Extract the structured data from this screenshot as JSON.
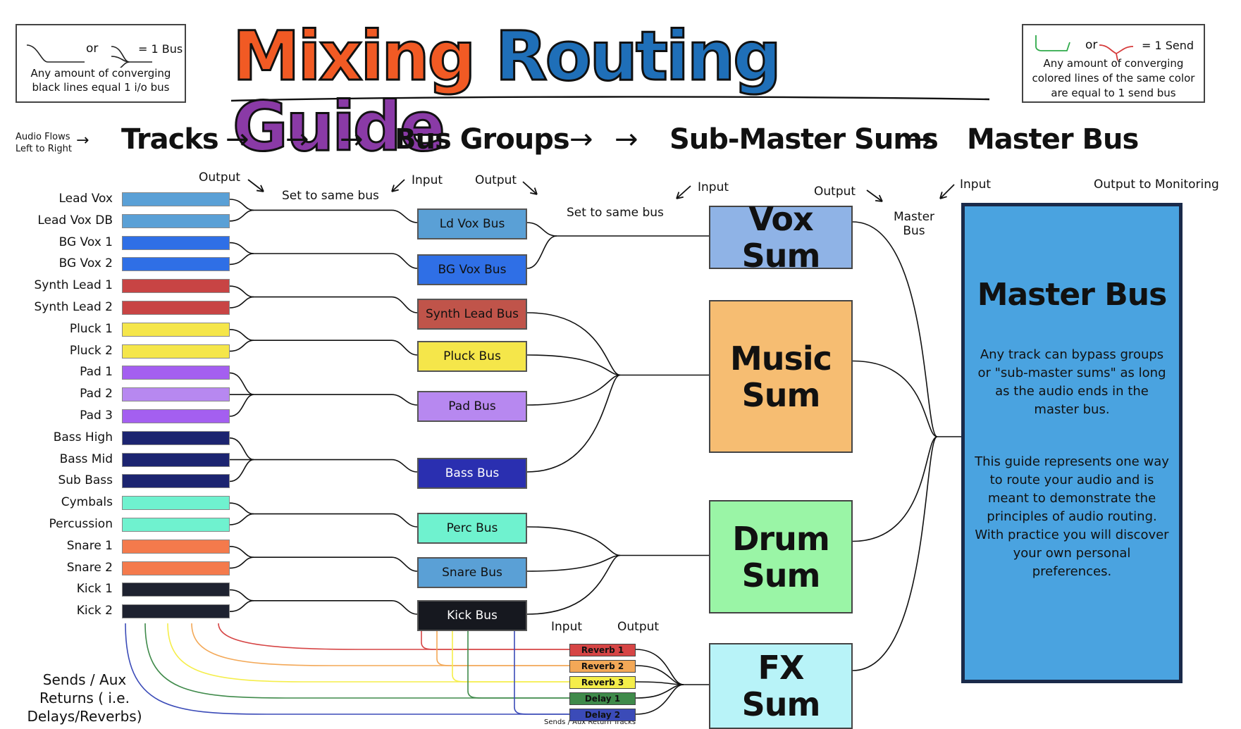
{
  "legend_left": {
    "or": "or",
    "equals": "= 1 Bus",
    "desc": "Any amount of converging black lines equal 1 i/o bus"
  },
  "legend_right": {
    "or": "or",
    "equals": "= 1 Send",
    "desc": "Any amount of converging colored lines of the same color are equal to 1 send bus"
  },
  "title": {
    "word1": "Mixing",
    "word2": "Routing",
    "word3": "Guide",
    "color1": "#f15a24",
    "color2": "#1f6fb8",
    "color3": "#8a3aa6"
  },
  "flow": {
    "note": "Audio Flows Left to Right",
    "tracks": "Tracks",
    "bus_groups": "Bus Groups",
    "sub_master": "Sub-Master Sums",
    "master": "Master Bus",
    "arrow": "→"
  },
  "annotations": {
    "output1": "Output",
    "set_same1": "Set to same bus",
    "input1": "Input",
    "output2": "Output",
    "set_same2": "Set to same bus",
    "input2": "Input",
    "output3": "Output",
    "master_bus_label": "Master Bus",
    "input3": "Input",
    "output_monitor": "Output to Monitoring",
    "sends_input": "Input",
    "sends_output": "Output",
    "sends_caption": "Sends / Aux Return Tracks",
    "sends_label": "Sends / Aux Returns ( i.e. Delays/Reverbs)"
  },
  "tracks": [
    {
      "name": "Lead Vox",
      "color": "#5aa0d6"
    },
    {
      "name": "Lead Vox DB",
      "color": "#5aa0d6"
    },
    {
      "name": "BG Vox 1",
      "color": "#2f6fe6"
    },
    {
      "name": "BG Vox 2",
      "color": "#2f6fe6"
    },
    {
      "name": "Synth Lead 1",
      "color": "#c84444"
    },
    {
      "name": "Synth Lead 2",
      "color": "#c84444"
    },
    {
      "name": "Pluck 1",
      "color": "#f5e64a"
    },
    {
      "name": "Pluck 2",
      "color": "#f5e64a"
    },
    {
      "name": "Pad 1",
      "color": "#a45ff0"
    },
    {
      "name": "Pad 2",
      "color": "#b788f0"
    },
    {
      "name": "Pad 3",
      "color": "#a45ff0"
    },
    {
      "name": "Bass High",
      "color": "#1c2470"
    },
    {
      "name": "Bass Mid",
      "color": "#1c2470"
    },
    {
      "name": "Sub Bass",
      "color": "#1c2470"
    },
    {
      "name": "Cymbals",
      "color": "#6ff2cf"
    },
    {
      "name": "Percussion",
      "color": "#6ff2cf"
    },
    {
      "name": "Snare 1",
      "color": "#f47a4c"
    },
    {
      "name": "Snare 2",
      "color": "#f47a4c"
    },
    {
      "name": "Kick 1",
      "color": "#1e2230"
    },
    {
      "name": "Kick 2",
      "color": "#1e2230"
    }
  ],
  "buses": [
    {
      "name": "Ld Vox Bus",
      "color": "#5aa0d6",
      "text_color": "#111111"
    },
    {
      "name": "BG Vox Bus",
      "color": "#2f6fe6",
      "text_color": "#111111"
    },
    {
      "name": "Synth Lead Bus",
      "color": "#c0544a",
      "text_color": "#111111"
    },
    {
      "name": "Pluck Bus",
      "color": "#f5e64a",
      "text_color": "#111111"
    },
    {
      "name": "Pad Bus",
      "color": "#b788f0",
      "text_color": "#111111"
    },
    {
      "name": "Bass Bus",
      "color": "#2a2fb0",
      "text_color": "#ffffff"
    },
    {
      "name": "Perc Bus",
      "color": "#6ff2cf",
      "text_color": "#111111"
    },
    {
      "name": "Snare Bus",
      "color": "#5aa0d6",
      "text_color": "#111111"
    },
    {
      "name": "Kick Bus",
      "color": "#16181f",
      "text_color": "#ffffff"
    }
  ],
  "sums": [
    {
      "name": "Vox Sum",
      "color": "#8fb3e6"
    },
    {
      "name": "Music Sum",
      "color": "#f6bd72"
    },
    {
      "name": "Drum Sum",
      "color": "#9af5a6"
    },
    {
      "name": "FX Sum",
      "color": "#b8f3f8"
    }
  ],
  "sends": [
    {
      "name": "Reverb 1",
      "color": "#d64545"
    },
    {
      "name": "Reverb 2",
      "color": "#f3a857"
    },
    {
      "name": "Reverb 3",
      "color": "#f5ee4a"
    },
    {
      "name": "Delay 1",
      "color": "#3f8a4a"
    },
    {
      "name": "Delay 2",
      "color": "#3b4bb8"
    }
  ],
  "master_bus": {
    "title": "Master Bus",
    "p1": "Any track can bypass groups or \"sub-master sums\" as long as the audio ends in the master bus.",
    "p2": "This guide represents one way to route your audio and is meant to demonstrate the principles of audio routing. With practice you will discover your own personal preferences.",
    "color": "#4aa3e0"
  }
}
